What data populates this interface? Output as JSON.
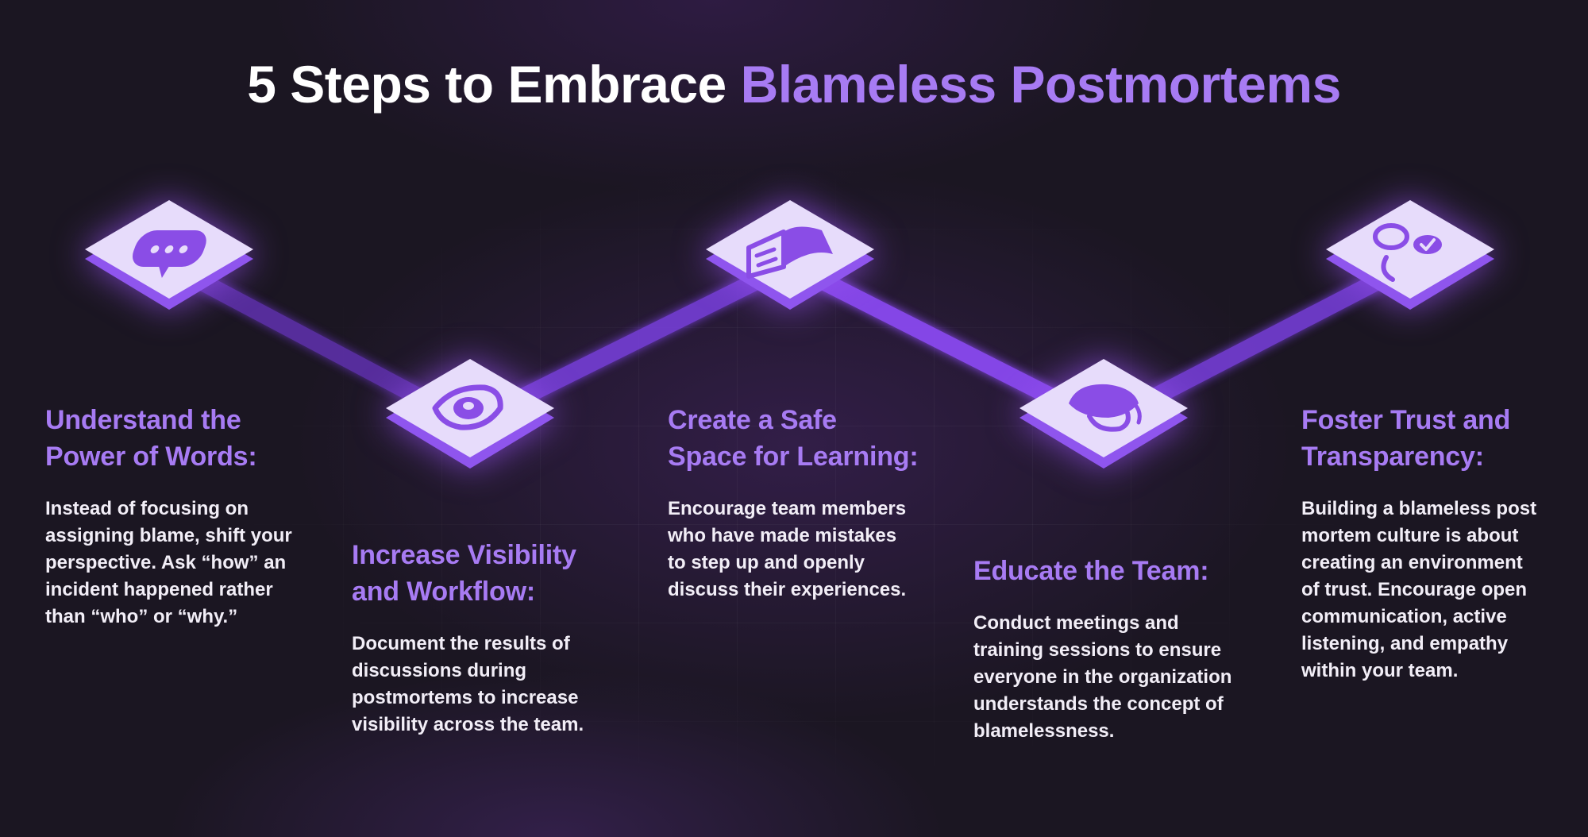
{
  "title": {
    "prefix": "5 Steps to Embrace",
    "highlight": "Blameless Postmortems"
  },
  "colors": {
    "background": "#1b1622",
    "accent": "#a77bf3",
    "tile_top": "#e7dcfb",
    "tile_side": "#8f55ee",
    "icon": "#8a4de6",
    "connector": "#7a3fe0",
    "text": "#f2eef7"
  },
  "steps": [
    {
      "icon": "chat-bubble-icon",
      "heading": "Understand the Power of Words:",
      "heading_lines": [
        "Understand the",
        "Power of Words:"
      ],
      "body_lines": [
        "Instead of focusing on",
        "assigning blame, shift your",
        "perspective. Ask “how” an",
        "incident happened rather",
        "than “who” or “why.”"
      ]
    },
    {
      "icon": "eye-icon",
      "heading": "Increase Visibility and Workflow:",
      "heading_lines": [
        "Increase Visibility",
        "and Workflow:"
      ],
      "body_lines": [
        "Document the results of",
        "discussions during",
        "postmortems to increase",
        "visibility across the team."
      ]
    },
    {
      "icon": "open-book-icon",
      "heading": "Create a Safe Space for Learning:",
      "heading_lines": [
        "Create a Safe",
        "Space for Learning:"
      ],
      "body_lines": [
        "Encourage team members",
        "who have made mistakes",
        "to step up and openly",
        "discuss their experiences."
      ]
    },
    {
      "icon": "graduation-cap-icon",
      "heading": "Educate the Team:",
      "heading_lines": [
        "Educate the Team:"
      ],
      "body_lines": [
        "Conduct meetings and",
        "training sessions to ensure",
        "everyone in the organization",
        "understands the concept of",
        "blamelessness."
      ]
    },
    {
      "icon": "users-check-icon",
      "heading": "Foster Trust and Transparency:",
      "heading_lines": [
        "Foster Trust and",
        "Transparency:"
      ],
      "body_lines": [
        "Building a blameless post",
        "mortem culture is about",
        "creating an environment",
        "of trust. Encourage open",
        "communication, active",
        "listening, and empathy",
        "within your team."
      ]
    }
  ]
}
